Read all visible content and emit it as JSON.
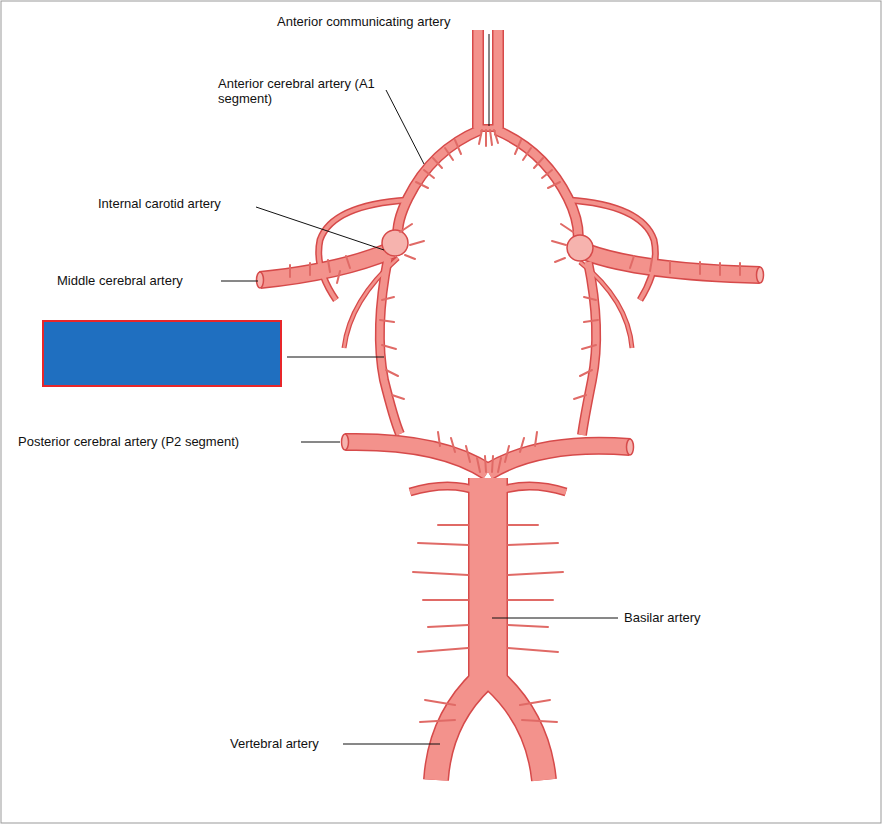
{
  "diagram": {
    "labels": [
      "Anterior communicating artery",
      "Anterior cerebral artery (A1 segment)",
      "Internal carotid artery",
      "Middle cerebral artery",
      "Posterior cerebral artery (P2 segment)",
      "Basilar artery",
      "Vertebral artery"
    ]
  }
}
